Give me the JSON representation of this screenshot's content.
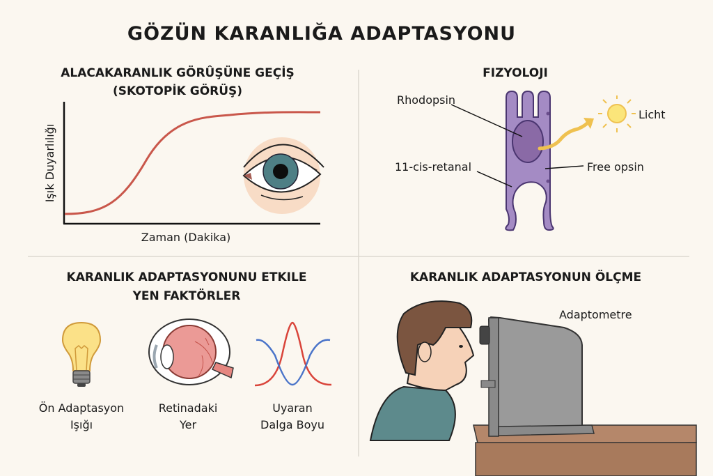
{
  "title": "GÖZÜN KARANLIĞA ADAPTASYONU",
  "panels": {
    "curve": {
      "title_line1": "ALACAKARANLIK GÖRÛŞÜNE GEÇİŞ",
      "title_line2": "(SKOTOPİK GÖRÜŞ)",
      "ylabel": "Işık Duyarlılığı",
      "xlabel": "Zaman (Dakika)"
    },
    "physiology": {
      "title": "FIZYOLOJI",
      "labels": {
        "rhodopsin": "Rhodopsin",
        "retinal": "11-cis-retanal",
        "free_opsin": "Free opsin",
        "light": "Licht"
      }
    },
    "factors": {
      "title_line1": "KARANLIK ADAPTASYONUNU ETKILE",
      "title_line2": "YEN FAKTÖRLER",
      "items": [
        {
          "line1": "Ön Adaptasyon",
          "line2": "Işığı",
          "icon": "light-bulb-icon"
        },
        {
          "line1": "Retinadaki",
          "line2": "Yer",
          "icon": "eyeball-icon"
        },
        {
          "line1": "Uyaran",
          "line2": "Dalga Boyu",
          "icon": "wave-icon"
        }
      ]
    },
    "measurement": {
      "title": "KARANLIK ADAPTASYONUN ÖLÇME",
      "device_label": "Adaptometre"
    }
  },
  "colors": {
    "background": "#fbf7f0",
    "curve": "#c9574b",
    "rod": "#a48bc4",
    "wave_red": "#d9443a",
    "wave_blue": "#4a74c9"
  }
}
